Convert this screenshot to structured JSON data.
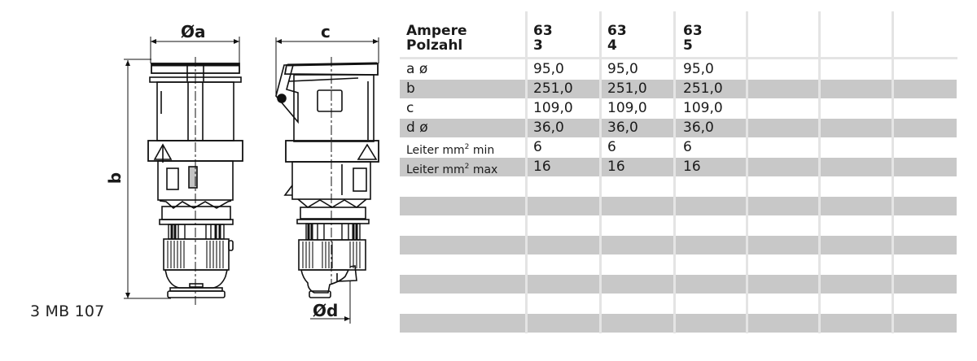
{
  "drawing": {
    "front_view": {
      "dim_width_label": "Øa",
      "dim_height_label": "b"
    },
    "side_view": {
      "dim_width_label": "c",
      "dim_cable_label": "Ød"
    },
    "model_code": "3 MB 107"
  },
  "table": {
    "header": {
      "row1_label": "Ampere",
      "row2_label": "Polzahl",
      "columns": [
        {
          "ampere": "63",
          "poles": "3"
        },
        {
          "ampere": "63",
          "poles": "4"
        },
        {
          "ampere": "63",
          "poles": "5"
        },
        {
          "ampere": "",
          "poles": ""
        },
        {
          "ampere": "",
          "poles": ""
        },
        {
          "ampere": "",
          "poles": ""
        }
      ]
    },
    "rows": [
      {
        "label": "a ø",
        "values": [
          "95,0",
          "95,0",
          "95,0",
          "",
          "",
          ""
        ],
        "shaded": false
      },
      {
        "label": "b",
        "values": [
          "251,0",
          "251,0",
          "251,0",
          "",
          "",
          ""
        ],
        "shaded": true
      },
      {
        "label": "c",
        "values": [
          "109,0",
          "109,0",
          "109,0",
          "",
          "",
          ""
        ],
        "shaded": false
      },
      {
        "label": "d ø",
        "values": [
          "36,0",
          "36,0",
          "36,0",
          "",
          "",
          ""
        ],
        "shaded": true
      },
      {
        "label": "Leiter mm² min",
        "values": [
          "6",
          "6",
          "6",
          "",
          "",
          ""
        ],
        "shaded": false
      },
      {
        "label": "Leiter mm² max",
        "values": [
          "16",
          "16",
          "16",
          "",
          "",
          ""
        ],
        "shaded": true
      },
      {
        "label": "",
        "values": [
          "",
          "",
          "",
          "",
          "",
          ""
        ],
        "shaded": false
      },
      {
        "label": "",
        "values": [
          "",
          "",
          "",
          "",
          "",
          ""
        ],
        "shaded": true
      },
      {
        "label": "",
        "values": [
          "",
          "",
          "",
          "",
          "",
          ""
        ],
        "shaded": false
      },
      {
        "label": "",
        "values": [
          "",
          "",
          "",
          "",
          "",
          ""
        ],
        "shaded": true
      },
      {
        "label": "",
        "values": [
          "",
          "",
          "",
          "",
          "",
          ""
        ],
        "shaded": false
      },
      {
        "label": "",
        "values": [
          "",
          "",
          "",
          "",
          "",
          ""
        ],
        "shaded": true
      },
      {
        "label": "",
        "values": [
          "",
          "",
          "",
          "",
          "",
          ""
        ],
        "shaded": false
      },
      {
        "label": "",
        "values": [
          "",
          "",
          "",
          "",
          "",
          ""
        ],
        "shaded": true
      }
    ]
  },
  "colors": {
    "row_shade": "#c8c8c8",
    "grid_line": "#e4e4e4",
    "ink": "#1a1a1a"
  }
}
